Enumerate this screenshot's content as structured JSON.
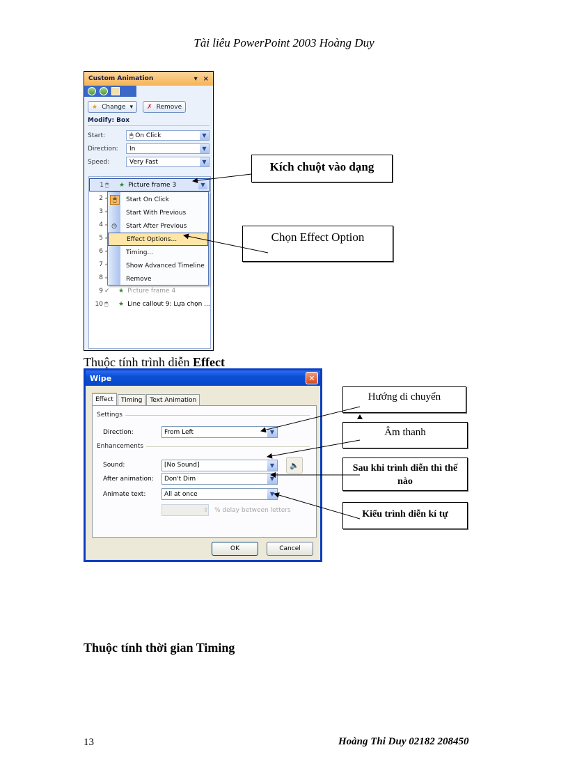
{
  "header": {
    "title": "Tài liêu PowerPoint 2003  Hoàng  Duy"
  },
  "custom_animation_pane": {
    "title": "Custom Animation",
    "title_controls": {
      "dropdown": "▾",
      "close": "×"
    },
    "nav_icons": [
      "back-icon",
      "forward-icon",
      "home-icon"
    ],
    "change_button": "Change",
    "remove_button": "Remove",
    "modify_label": "Modify: Box",
    "fields": [
      {
        "label": "Start:",
        "value": "On Click"
      },
      {
        "label": "Direction:",
        "value": "In"
      },
      {
        "label": "Speed:",
        "value": "Very Fast"
      }
    ],
    "animation_list": [
      {
        "num": "1",
        "label": "Picture frame 3",
        "selected": true
      },
      {
        "num": "2",
        "label": ""
      },
      {
        "num": "3",
        "label": ""
      },
      {
        "num": "4",
        "label": ""
      },
      {
        "num": "5",
        "label": ""
      },
      {
        "num": "6",
        "label": ""
      },
      {
        "num": "7",
        "label": ""
      },
      {
        "num": "8",
        "label": ""
      },
      {
        "num": "9",
        "label": "Picture frame 4"
      },
      {
        "num": "10",
        "label": "Line callout 9: Lựa chọn ..."
      }
    ],
    "context_menu": [
      {
        "label": "Start On Click",
        "icon": "mouse-click-icon"
      },
      {
        "label": "Start With Previous",
        "icon": ""
      },
      {
        "label": "Start After Previous",
        "icon": "clock-icon"
      },
      {
        "label": "Effect Options...",
        "icon": "",
        "highlighted": true
      },
      {
        "label": "Timing...",
        "icon": ""
      },
      {
        "label": "Show Advanced Timeline",
        "icon": ""
      },
      {
        "label": "Remove",
        "icon": ""
      }
    ]
  },
  "callouts_top": [
    {
      "text": "Kích chuột vào dạng",
      "bold": true
    },
    {
      "text": "Chọn Effect Option",
      "bold": false
    }
  ],
  "effect_heading": {
    "prefix": "Thuộc tính trình diễn ",
    "bold": "Effect"
  },
  "wipe_dialog": {
    "title": "Wipe",
    "close_icon": "✕",
    "tabs": [
      "Effect",
      "Timing",
      "Text Animation"
    ],
    "active_tab": "Effect",
    "groups": {
      "settings": "Settings",
      "enhancements": "Enhancements"
    },
    "fields": {
      "direction": {
        "label": "Direction:",
        "value": "From Left"
      },
      "sound": {
        "label": "Sound:",
        "value": "[No Sound]"
      },
      "after_animation": {
        "label": "After animation:",
        "value": "Don't Dim"
      },
      "animate_text": {
        "label": "Animate text:",
        "value": "All at once"
      },
      "delay": {
        "value": "",
        "suffix": "% delay between letters"
      }
    },
    "ok_button": "OK",
    "cancel_button": "Cancel"
  },
  "callouts_bottom": [
    {
      "text": "Hướng di chuyển"
    },
    {
      "text": "Âm thanh"
    },
    {
      "text": "Sau khi trình  diễn  thì thế nào"
    },
    {
      "text": "Kiểu trình  diễn kí tự"
    }
  ],
  "timing_heading": "Thuộc tính thời gian Timing",
  "footer": {
    "page_number": "13",
    "author": "Hoàng Thi Duy  02182 208450"
  }
}
